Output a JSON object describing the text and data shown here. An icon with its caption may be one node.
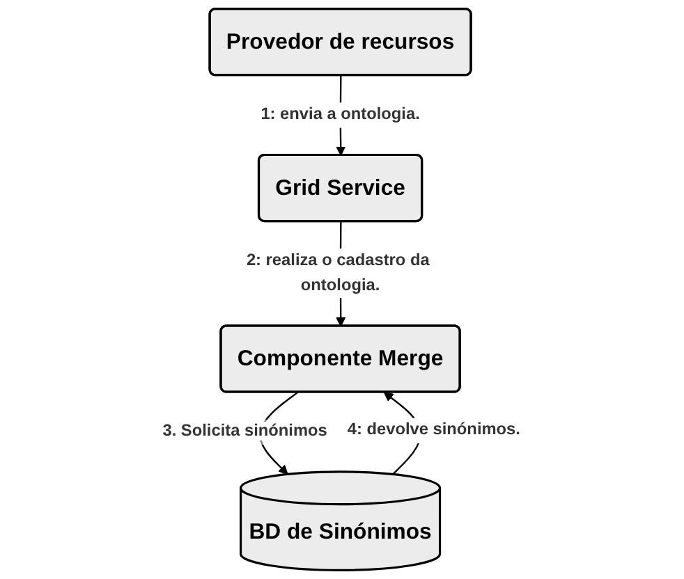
{
  "diagram": {
    "nodes": [
      {
        "text": [
          "Provedor de recursos"
        ]
      },
      {
        "text": [
          "Grid Service"
        ]
      },
      {
        "text": [
          "Componente Merge"
        ]
      },
      {
        "text": [
          "BD de Sinónimos"
        ]
      }
    ],
    "edges": [
      {
        "from": 0,
        "to": 1,
        "arrow": "to",
        "label": "1: envia a ontologia."
      },
      {
        "from": 1,
        "to": 2,
        "arrow": "to",
        "label": "2: realiza o cadastro da ontologia."
      },
      {
        "from": 2,
        "to": 3,
        "arrow": "to",
        "label": "3. Solicita sinónimos"
      },
      {
        "from": 3,
        "to": 2,
        "arrow": "to",
        "label": "4: devolve sinónimos."
      }
    ]
  }
}
